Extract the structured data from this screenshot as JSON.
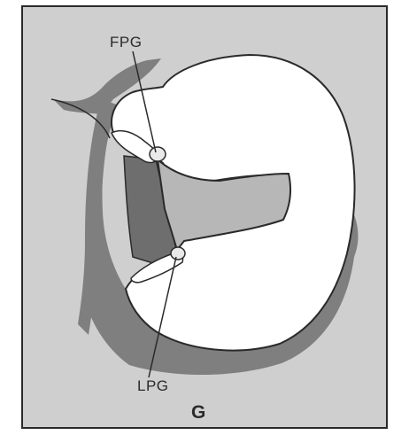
{
  "figure": {
    "labels": {
      "fpg": "FPG",
      "lpg": "LPG",
      "panel": "G"
    },
    "colors": {
      "background": "#cfcfcf",
      "dark_fill": "#7f7f7f",
      "mid_fill": "#b7b7b7",
      "white_fill": "#ffffff",
      "outline": "#2a2a2a"
    }
  }
}
